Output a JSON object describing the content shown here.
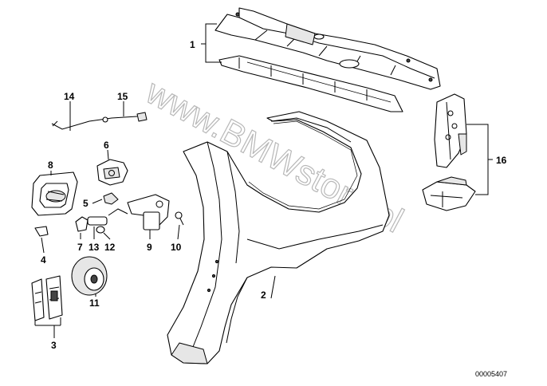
{
  "diagram": {
    "callouts": [
      {
        "id": "1",
        "text": "1"
      },
      {
        "id": "2",
        "text": "2"
      },
      {
        "id": "3",
        "text": "3"
      },
      {
        "id": "4",
        "text": "4"
      },
      {
        "id": "5",
        "text": "5"
      },
      {
        "id": "6",
        "text": "6"
      },
      {
        "id": "7",
        "text": "7"
      },
      {
        "id": "8",
        "text": "8"
      },
      {
        "id": "9",
        "text": "9"
      },
      {
        "id": "10",
        "text": "10"
      },
      {
        "id": "11",
        "text": "11"
      },
      {
        "id": "12",
        "text": "12"
      },
      {
        "id": "13",
        "text": "13"
      },
      {
        "id": "14",
        "text": "14"
      },
      {
        "id": "15",
        "text": "15"
      },
      {
        "id": "16",
        "text": "16"
      }
    ],
    "watermark": "www.BMWstore.pl",
    "document_number": "00005407"
  }
}
